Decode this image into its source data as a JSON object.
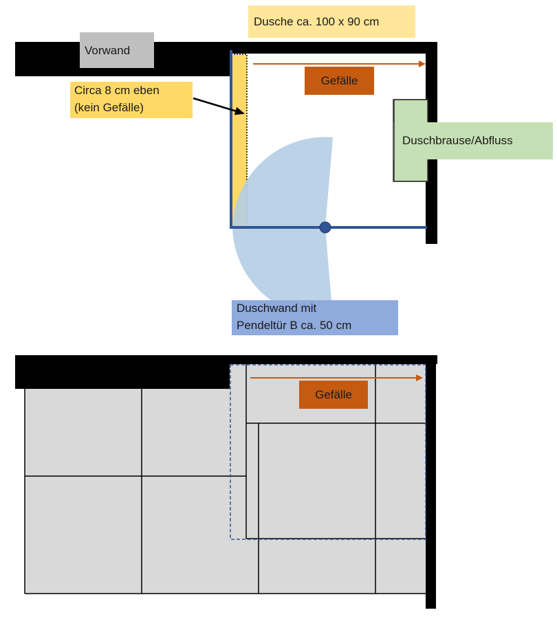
{
  "labels": {
    "shower_size": "Dusche ca. 100 x 90 cm",
    "vorwand": "Vorwand",
    "flat_line1": "Circa 8 cm eben",
    "flat_line2": "(kein Gefälle)",
    "slope_top": "Gefälle",
    "shower_head_drain": "Duschbrause/Abfluss",
    "shower_wall_line1": "Duschwand mit",
    "shower_wall_line2": "Pendeltür B ca. 50 cm",
    "slope_bottom": "Gefälle"
  },
  "colors": {
    "wall": "#000000",
    "label_yellow": "#ffe699",
    "flat_strip": "#ffd966",
    "vorwand_box": "#bfbfbf",
    "slope_box": "#c55a11",
    "slope_arrow": "#c55a11",
    "shower_head_box": "#c5e0b4",
    "shower_wall_box": "#8faadc",
    "glass_panel": "#2f5597",
    "door_swing": "#b4cde4",
    "tile": "#d9d9d9",
    "dashed_outline": "#2f5597"
  },
  "icons": {
    "pivot": "hinge-circle",
    "slope_arrow": "arrow-right"
  }
}
